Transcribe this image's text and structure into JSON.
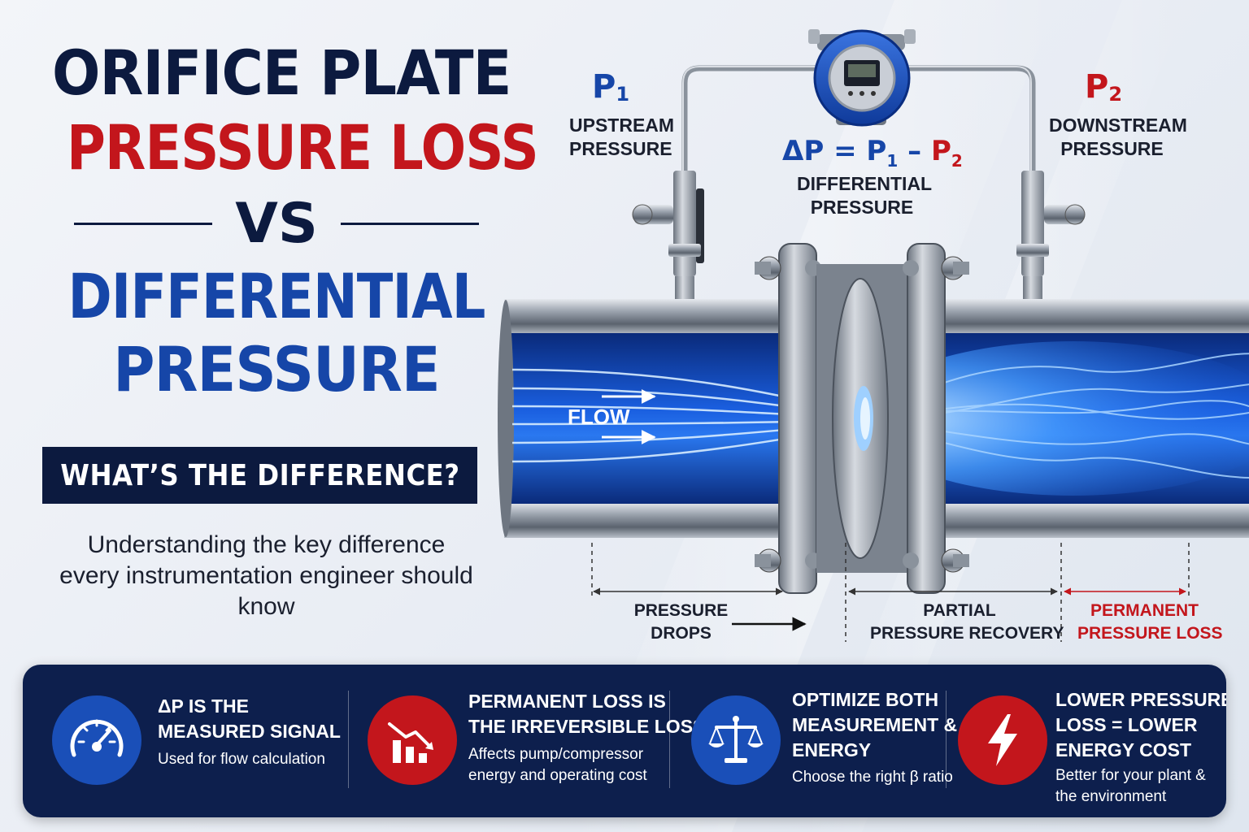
{
  "title": {
    "line1": "ORIFICE PLATE",
    "line2": "PRESSURE LOSS",
    "vs": "VS",
    "line3": "DIFFERENTIAL",
    "line4": "PRESSURE"
  },
  "banner": "WHAT’S THE DIFFERENCE?",
  "subtitle": {
    "line1": "Understanding the key difference",
    "line2": "every instrumentation engineer should know"
  },
  "diagram": {
    "p1": {
      "symbol": "P",
      "sub": "1",
      "line1": "UPSTREAM",
      "line2": "PRESSURE"
    },
    "p2": {
      "symbol": "P",
      "sub": "2",
      "line1": "DOWNSTREAM",
      "line2": "PRESSURE"
    },
    "equation": {
      "lhs": "ΔP = P",
      "sub1": "1",
      "minus": " – ",
      "p": "P",
      "sub2": "2"
    },
    "dp_caption": {
      "line1": "DIFFERENTIAL",
      "line2": "PRESSURE"
    },
    "flow_label": "FLOW",
    "zones": {
      "drop": {
        "line1": "PRESSURE",
        "line2": "DROPS"
      },
      "recovery": {
        "line1": "PARTIAL",
        "line2": "PRESSURE RECOVERY"
      },
      "loss": {
        "line1": "PERMANENT",
        "line2": "PRESSURE LOSS"
      }
    }
  },
  "cards": [
    {
      "icon": "gauge-icon",
      "head1": "ΔP IS THE",
      "head2": "MEASURED SIGNAL",
      "head3": "",
      "body1": "Used for flow calculation",
      "body2": ""
    },
    {
      "icon": "bar-chart-down-icon",
      "head1": "PERMANENT LOSS IS",
      "head2": "THE IRREVERSIBLE LOSS",
      "head3": "",
      "body1": "Affects pump/compressor",
      "body2": "energy and operating cost"
    },
    {
      "icon": "balance-scale-icon",
      "head1": "OPTIMIZE BOTH",
      "head2": "MEASUREMENT &",
      "head3": "ENERGY",
      "body1": "Choose the right β ratio",
      "body2": ""
    },
    {
      "icon": "lightning-bolt-icon",
      "head1": "LOWER PRESSURE",
      "head2": "LOSS = LOWER",
      "head3": "ENERGY COST",
      "body1": "Better for your plant &",
      "body2": "the environment"
    }
  ],
  "colors": {
    "navy": "#0c1a3f",
    "red": "#c3161c",
    "blue": "#1646a8",
    "panel": "#0d1f4d",
    "flow_blue": "#1a5fe0"
  }
}
